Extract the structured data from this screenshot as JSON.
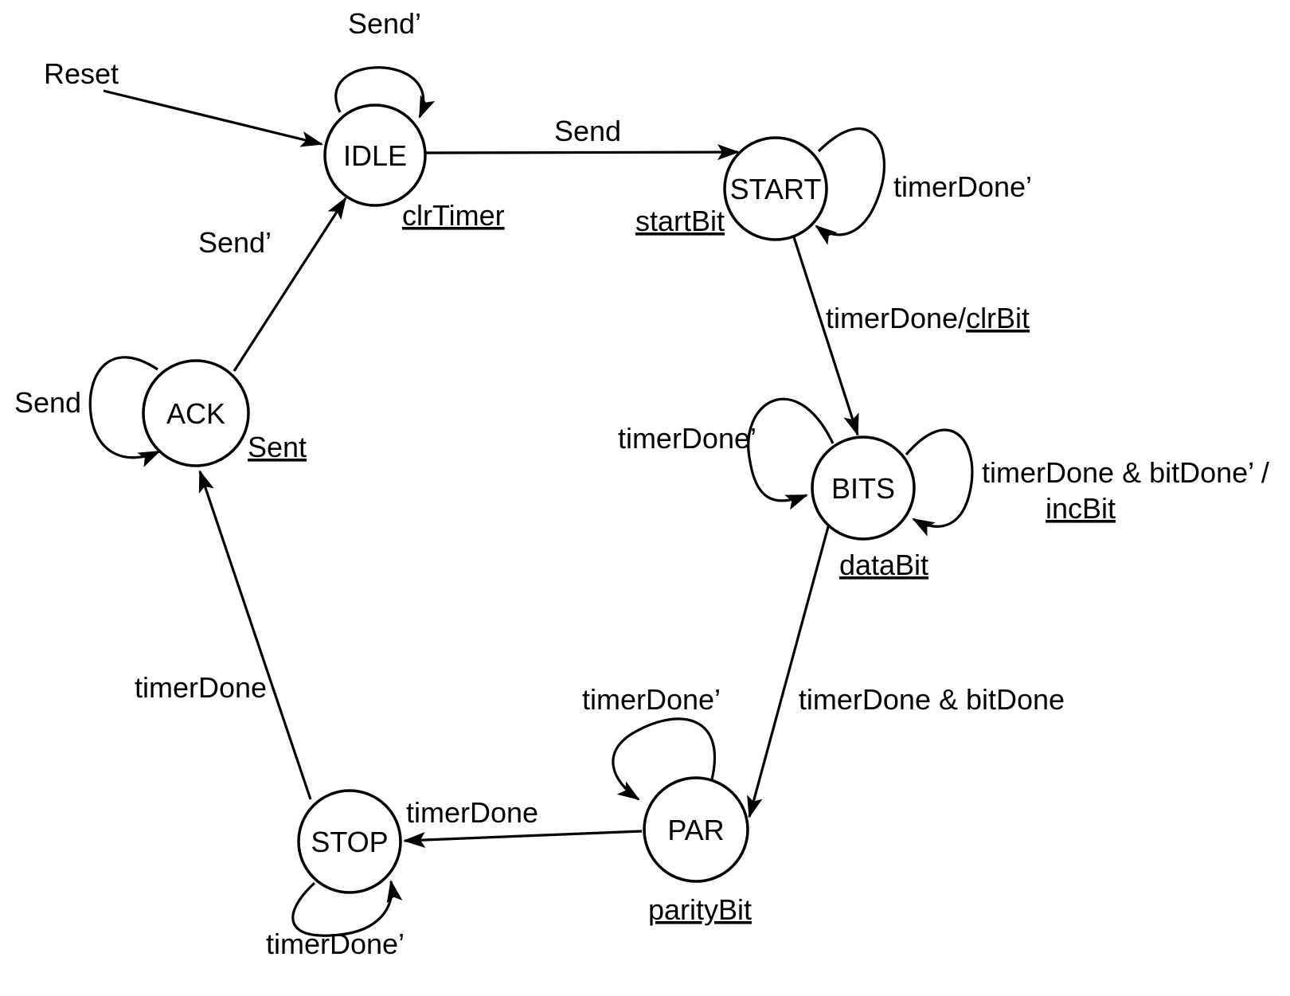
{
  "diagram": {
    "type": "state-machine",
    "colors": {
      "background": "#ffffff",
      "stroke": "#000000",
      "text": "#000000"
    },
    "states": {
      "idle": {
        "label": "IDLE",
        "output": "clrTimer"
      },
      "start": {
        "label": "START",
        "output": "startBit"
      },
      "bits": {
        "label": "BITS",
        "output": "dataBit"
      },
      "par": {
        "label": "PAR",
        "output": "parityBit"
      },
      "stop": {
        "label": "STOP"
      },
      "ack": {
        "label": "ACK",
        "output": "Sent"
      }
    },
    "edges": {
      "reset": {
        "label": "Reset"
      },
      "idle_self": {
        "label": "Send’"
      },
      "idle_to_start": {
        "label": "Send"
      },
      "start_self": {
        "label": "timerDone’"
      },
      "start_to_bits": {
        "condition": "timerDone/",
        "action": "clrBit"
      },
      "bits_self_left": {
        "label": "timerDone’"
      },
      "bits_self_right": {
        "condition": "timerDone & bitDone’ /",
        "action": "incBit"
      },
      "bits_to_par": {
        "label": "timerDone & bitDone"
      },
      "par_self": {
        "label": "timerDone’"
      },
      "par_to_stop": {
        "label": "timerDone"
      },
      "stop_self": {
        "label": "timerDone’"
      },
      "stop_to_ack": {
        "label": "timerDone"
      },
      "ack_self": {
        "label": "Send"
      },
      "ack_to_idle": {
        "label": "Send’"
      }
    }
  }
}
